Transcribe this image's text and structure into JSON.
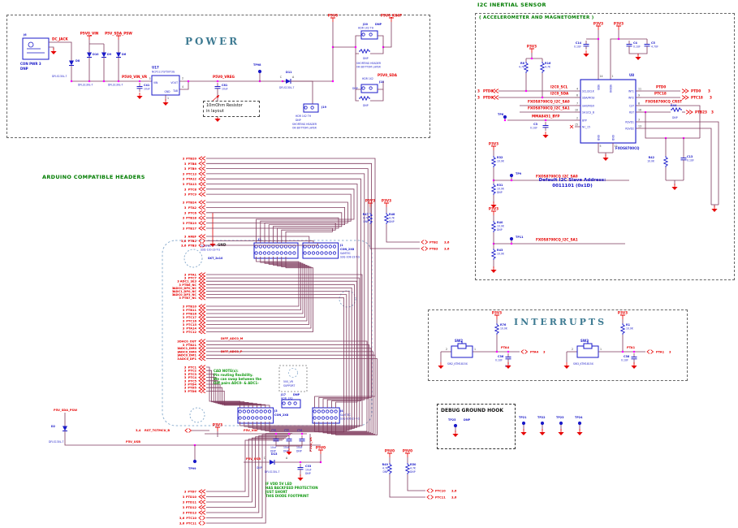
{
  "colors": {
    "wire": "#7e3a5c",
    "net": "#e60000",
    "component": "#1919c8",
    "junction": "#ff00ff",
    "section_title": "#3d7a92",
    "green_title": "#007d00"
  },
  "titles": {
    "power": "POWER",
    "sensor": "I2C INERTIAL SENSOR",
    "sensor_sub": "( ACCELEROMETER AND MAGNETOMETER )",
    "arduino": "ARDUINO COMPATIBLE HEADERS",
    "interrupts": "INTERRUPTS",
    "debug": "DEBUG GROUND HOOK"
  },
  "power": {
    "jack": {
      "ref": "J6",
      "name": "CON PWR 3",
      "dnp": "DNP"
    },
    "nets": {
      "dc_jack": "DC_JACK",
      "p5v0_vin": "P5V0_VIN",
      "p5v_sda_psw": "P5V_SDA_PSW",
      "rail": "P5V0_VIN_VR",
      "vreg": "P5V0_VREG",
      "p5v0": "P5V0",
      "p5v0_k64f": "P5V0_K64F",
      "p5v0_sda": "P5V0_SDA"
    },
    "d8": {
      "ref": "D8",
      "part": "DFLS130L-7"
    },
    "d10": {
      "ref": "D10",
      "part": "DFLS130L-7"
    },
    "d9": {
      "ref": "D9",
      "part": "DFLS130L-7"
    },
    "d6": {
      "ref": "D6",
      "part": "DFLS130L-7"
    },
    "d11": {
      "ref": "D11",
      "part": "DFLS130L-7",
      "c": "C",
      "a": "A"
    },
    "u17": {
      "ref": "U17",
      "part": "NCP1117ST50T3G",
      "vin": "VIN",
      "vout": "VOUT",
      "gnd": "GND",
      "tab": "TAB",
      "n_vin": "3",
      "n_vout": "2",
      "n_gnd": "1",
      "n_tab": "4"
    },
    "c41": {
      "ref": "C41",
      "val": "10uF"
    },
    "c81": {
      "ref": "C81",
      "val": "10uF"
    },
    "note": [
      "10mOhm Resistor",
      "in layout"
    ],
    "tp98": "TP98",
    "j20": {
      "ref": "J20",
      "dnp": "DNP",
      "part": "HDR 1X2 TH",
      "note1": "SHORTING HEADER",
      "note2": "ON BOTTOM LAYER"
    },
    "j18": {
      "ref": "J18",
      "part": "HDR 1X2",
      "dnp": "DNP"
    },
    "j19": {
      "ref": "J19",
      "part": "HDR 1X2 TH",
      "dnp": "DNP",
      "note1": "SHORTING HEADER",
      "note2": "ON BOTTOM LAYER"
    },
    "rj20_dnp": "DNP",
    "rj18_dnp": "DNP"
  },
  "sensor": {
    "p3v3": "P3V3",
    "u8": {
      "ref": "U8",
      "part": "FXOS8700CQ",
      "left_pins": [
        {
          "n": "4",
          "name": "SCL/SCLK"
        },
        {
          "n": "6",
          "name": "SDA/MOSI"
        },
        {
          "n": "7",
          "name": "SA0/MISO"
        },
        {
          "n": "10",
          "name": "SA1/CS_B"
        },
        {
          "n": "2",
          "name": "BYP"
        },
        {
          "n": "15",
          "name": "NC_15"
        }
      ],
      "right_pins": [
        {
          "n": "11",
          "name": "INT1"
        },
        {
          "n": "9",
          "name": "INT2"
        },
        {
          "n": "8",
          "name": "CST"
        },
        {
          "n": "16",
          "name": "RST"
        },
        {
          "n": "3",
          "name": "RSVD1"
        },
        {
          "n": "13",
          "name": "RSVD2"
        }
      ],
      "top_pins": [
        {
          "n": "14",
          "name": "VDD"
        },
        {
          "n": "1",
          "name": "VDDIO"
        }
      ],
      "bot_pins": [
        {
          "n": "5",
          "name": "GND"
        },
        {
          "n": "12",
          "name": "GND"
        }
      ]
    },
    "c14": {
      "ref": "C14",
      "val": "0.1UF"
    },
    "c4": {
      "ref": "C4",
      "val": "0.1UF"
    },
    "c5": {
      "ref": "C5",
      "val": "4.7UF"
    },
    "c3": {
      "ref": "C3",
      "val": "0.1UF"
    },
    "c13": {
      "ref": "C13",
      "val": "0.1UF"
    },
    "r6": {
      "ref": "R6",
      "val": "4.7K"
    },
    "r16": {
      "ref": "R16",
      "val": "4.7K"
    },
    "r32": {
      "ref": "R32",
      "val": "10.0K"
    },
    "r31": {
      "ref": "R31",
      "val": "10.0K",
      "dnp": "DNP"
    },
    "r40": {
      "ref": "R40",
      "val": "10.0K",
      "dnp": "DNP"
    },
    "r43": {
      "ref": "R43",
      "val": "10.0K"
    },
    "r42": {
      "ref": "R42",
      "val": "10.0K"
    },
    "r44": {
      "ref": "R44",
      "dnp": "DNP"
    },
    "nets": {
      "scl": "I2C0_SCL",
      "sda": "I2C0_SDA",
      "sa0": "FXOS8700CQ_I2C_SA0",
      "sa1": "FXOS8700CQ_I2C_SA1",
      "byp": "MMA8451_BYP",
      "crst": "FXOS8700CQ_CRST"
    },
    "ports_left": [
      {
        "sheet": "3",
        "name": "PTD8"
      },
      {
        "sheet": "3",
        "name": "PTD9"
      }
    ],
    "ports_right": [
      {
        "name": "PTD0",
        "sheet": "3"
      },
      {
        "name": "PTC18",
        "sheet": "3"
      },
      {
        "name": "PTB23",
        "sheet": "3"
      }
    ],
    "addr_note": [
      "Default I2C Slave Address:",
      "0011101 (0x1D)"
    ],
    "tp6": "TP6",
    "tp9": "TP9",
    "tp11": "TP11"
  },
  "arduino": {
    "gnd_label": "GND",
    "j2": {
      "ref": "J2",
      "vendor": "SAMTEC",
      "mpn": "SSQ-110-23-T-S",
      "name": "SKT_2x10"
    },
    "j1": {
      "ref": "J1",
      "name": "CON_2X8",
      "vendor": "SAMTEC",
      "mpn": "SSQ-108-23-T-S"
    },
    "j3": {
      "ref": "J3",
      "name": "CON_2X8"
    },
    "j4": {
      "ref": "J4",
      "vendor": "SAMTEC",
      "mpn": "SSQ-106-23-T-S"
    },
    "vr_box": {
      "l1": "5V0_VR",
      "l2": "SUPPORT",
      "ref": "J17",
      "dnp": "DNP",
      "part": "HDR_1X3"
    },
    "groups": {
      "g1": [
        {
          "s": "3",
          "n": "PTB20"
        },
        {
          "s": "3",
          "n": "PTB8"
        },
        {
          "s": "3",
          "n": "PTB9"
        },
        {
          "s": "3",
          "n": "PTC13"
        },
        {
          "s": "3",
          "n": "PTA12"
        },
        {
          "s": "3",
          "n": "PTA13"
        },
        {
          "s": "3",
          "n": "PTC8"
        },
        {
          "s": "3",
          "n": "PTC9"
        }
      ],
      "g2": [
        {
          "s": "3",
          "n": "PTB24"
        },
        {
          "s": "3",
          "n": "PTA2"
        },
        {
          "s": "3",
          "n": "PTC6"
        },
        {
          "s": "3",
          "n": "PTB18"
        },
        {
          "s": "3",
          "n": "PTB19"
        },
        {
          "s": "3",
          "n": "PTB17"
        }
      ],
      "g3": [
        {
          "s": "3",
          "n": "AREF"
        },
        {
          "s": "3,6",
          "n": "PTB2"
        },
        {
          "s": "3,6",
          "n": "PTB3"
        }
      ],
      "g4": [
        {
          "s": "3",
          "n": "PTA1"
        },
        {
          "s": "3",
          "n": "PTC7"
        },
        {
          "s": "3",
          "n": "ADC1_SE3"
        },
        {
          "s": "3",
          "n": "PTB6_NC"
        },
        {
          "s": "3",
          "n": "ADC0_DP0_NC"
        },
        {
          "s": "3",
          "n": "ADC1_DP0_NC"
        },
        {
          "s": "3",
          "n": "ADC0_DP3_NC"
        },
        {
          "s": "3",
          "n": "PTB7_NC"
        }
      ],
      "g5": [
        {
          "s": "3",
          "n": "PTB10"
        },
        {
          "s": "3",
          "n": "PTB11"
        },
        {
          "s": "3",
          "n": "PTB16"
        },
        {
          "s": "3",
          "n": "PTC17"
        },
        {
          "s": "3",
          "n": "PTC16"
        },
        {
          "s": "3",
          "n": "PTC15"
        },
        {
          "s": "3",
          "n": "PTA14"
        },
        {
          "s": "3",
          "n": "PTC12"
        }
      ],
      "g6": [
        {
          "s": "3",
          "n": "DAC0_OUT"
        },
        {
          "s": "3",
          "n": "PTB21"
        },
        {
          "s": "3",
          "n": "ADC1_DM0"
        },
        {
          "s": "3",
          "n": "ADC0_DM0"
        },
        {
          "s": "3",
          "n": "ADC0_DM1"
        },
        {
          "s": "3",
          "n": "ADC0_DP1"
        }
      ],
      "g7": [
        {
          "s": "3",
          "n": "PTC1"
        },
        {
          "s": "3",
          "n": "PTC2"
        },
        {
          "s": "3",
          "n": "PTC3"
        },
        {
          "s": "3",
          "n": "PTC4"
        },
        {
          "s": "3",
          "n": "PTC5"
        },
        {
          "s": "3",
          "n": "PTD4"
        },
        {
          "s": "3",
          "n": "PTD5"
        },
        {
          "s": "3",
          "n": "PTD6"
        }
      ],
      "g8": [
        {
          "s": "3",
          "n": "PTD7"
        },
        {
          "s": "3",
          "n": "PTD10"
        },
        {
          "s": "3",
          "n": "PTD11"
        },
        {
          "s": "3",
          "n": "PTD12"
        },
        {
          "s": "3",
          "n": "PTD13"
        },
        {
          "s": "3,6",
          "n": "PTC10"
        },
        {
          "s": "3,6",
          "n": "PTC11"
        }
      ]
    },
    "diff_nets": [
      "DIFF_ADC0_M",
      "DIFF_ADC0_P"
    ],
    "cad_note": [
      "CAD NOTE(s):",
      "Pin routing flexibility.",
      "We can swap between the",
      "Diff pairs ADC0- & ADC1-"
    ],
    "usb_note": [
      "IF VDD 5V LED",
      "HAS BACKFEED PROTECTION",
      "JUST SHORT",
      "THIS DIODE FOOTPRINT"
    ],
    "r47": {
      "ref": "R47",
      "val": "4.7K",
      "dnp": "DNP"
    },
    "r48": {
      "ref": "R48",
      "val": "4.7K",
      "dnp": "DNP"
    },
    "r49": {
      "ref": "R49",
      "val": "4.7K",
      "dnp": "DNP"
    },
    "r50": {
      "ref": "R50",
      "val": "4.7K",
      "dnp": "DNP"
    },
    "mid_ports": [
      {
        "n": "PTB2",
        "s": "3,6"
      },
      {
        "n": "PTB3",
        "s": "3,6"
      }
    ],
    "bot_ports": [
      {
        "n": "PTC10",
        "s": "3,6"
      },
      {
        "n": "PTC11",
        "s": "3,6"
      }
    ],
    "caps_row": [
      {
        "ref": "C30",
        "val": "10uF",
        "dnp": "DNP"
      },
      {
        "ref": "C32",
        "val": "10uF",
        "dnp": "DNP"
      },
      {
        "ref": "C34",
        "val": "10uF",
        "dnp": "DNP"
      }
    ],
    "d13": {
      "ref": "D13",
      "part": "DFLS130L-7",
      "dnp": "DNP",
      "c": "C",
      "a": "A"
    },
    "c33": {
      "ref": "C33",
      "val": "10uF",
      "dnp": "DNP"
    },
    "d2": {
      "ref": "D2",
      "part": "DFLS130L-7"
    },
    "nets": {
      "p5v_sda_psw": "P5V_SDA_PSW",
      "p5v_usb": "P5V_USB",
      "p5v_vin": "P5V_VIN",
      "p5v0_vr": "P5V0_VR",
      "p3v3": "P3V3",
      "p5v0": "P5V0",
      "rst_sheet": "3,4",
      "rst": "RST_TGTMCU_B"
    },
    "tp99": "TP99"
  },
  "interrupts": {
    "rail": "P3V3",
    "sw2": {
      "ref": "SW2",
      "part": "SW2_KTM1815X",
      "p1": "1",
      "p2": "2"
    },
    "sw3": {
      "ref": "SW3",
      "part": "SW3_KTM1815X",
      "p1": "1",
      "p2": "2"
    },
    "r76": {
      "ref": "R76",
      "val": "10.0K"
    },
    "r1": {
      "ref": "R1",
      "val": "10.0K"
    },
    "c36": {
      "ref": "C36",
      "val": "0.1UF",
      "dnp": "DNP"
    },
    "c38": {
      "ref": "C38",
      "val": "0.1UF"
    },
    "ports": [
      {
        "n": "PTA4",
        "s": "3"
      },
      {
        "n": "PTA1",
        "s": "3"
      }
    ]
  },
  "debug": {
    "tp": "TP25",
    "dnp": "DNP",
    "tps": [
      "TP21",
      "TP22",
      "TP23",
      "TP24"
    ]
  }
}
